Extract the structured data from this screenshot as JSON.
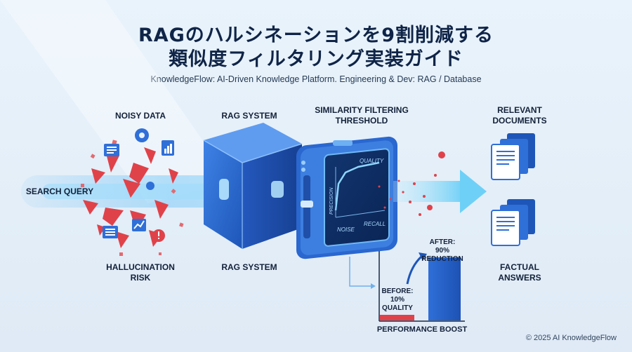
{
  "header": {
    "title_line1": "RAGのハルシネーションを9割削減する",
    "title_line2": "類似度フィルタリング実装ガイド",
    "subtitle": "KnowledgeFlow: AI-Driven Knowledge Platform. Engineering & Dev: RAG / Database"
  },
  "labels": {
    "noisy_data": "NOISY DATA",
    "rag_system_top": "RAG SYSTEM",
    "threshold_line1": "SIMILARITY FILTERING",
    "threshold_line2": "THRESHOLD",
    "relevant_line1": "RELEVANT",
    "relevant_line2": "DOCUMENTS",
    "search_query": "SEARCH QUERY",
    "hallucination_line1": "HALLUCINATION",
    "hallucination_line2": "RISK",
    "rag_system_bottom": "RAG SYSTEM",
    "factual_line1": "FACTUAL",
    "factual_line2": "ANSWERS"
  },
  "screen": {
    "quality": "QUALITY",
    "precision": "PRECISION",
    "noise": "NOISE",
    "recall": "RECALL"
  },
  "chart_data": {
    "type": "bar",
    "categories": [
      "BEFORE",
      "AFTER"
    ],
    "values": [
      10,
      90
    ],
    "before_label": [
      "BEFORE:",
      "10%",
      "QUALITY"
    ],
    "after_label": [
      "AFTER:",
      "90%",
      "REDUCTION"
    ],
    "xlabel": "PERFORMANCE BOOST",
    "ylim": [
      0,
      100
    ]
  },
  "colors": {
    "accent_blue": "#2f6fd8",
    "noise_red": "#e0424a",
    "title": "#0f2447"
  },
  "footer": {
    "copyright": "© 2025 AI KnowledgeFlow"
  }
}
